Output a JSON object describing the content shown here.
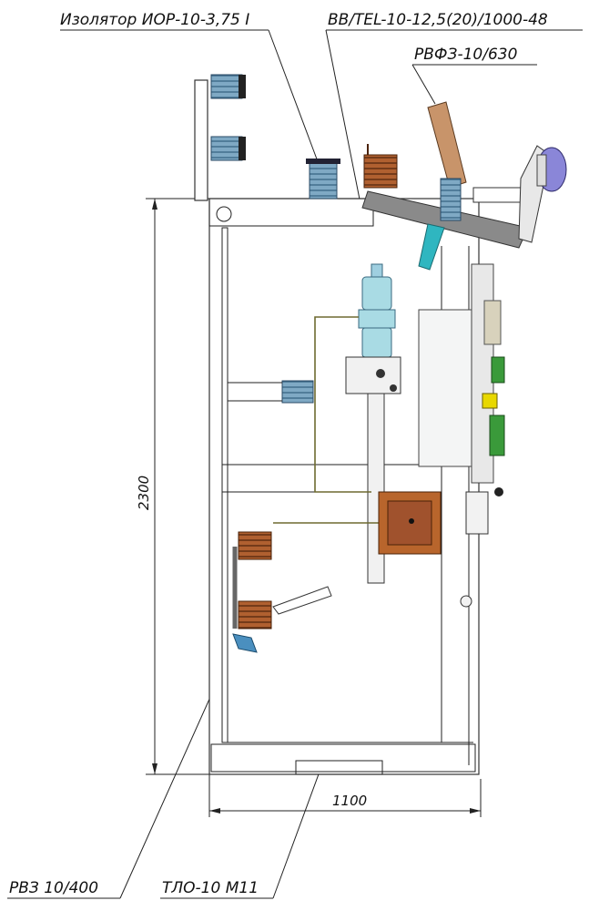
{
  "labels": {
    "insulator": "Изолятор ИОР-10-3,75 I",
    "vacuum_breaker": "BB/TEL-10-12,5(20)/1000-48",
    "rvfz": "РВФЗ-10/630",
    "rvz": "РВЗ 10/400",
    "tlo": "ТЛО-10 М11"
  },
  "dimensions": {
    "height": "2300",
    "width": "1100"
  },
  "colors": {
    "insulator_blue": "#7fa9c4",
    "breaker_cyan": "#a9dbe4",
    "copper": "#a0522d",
    "transformer": "#b8652c",
    "green_device": "#3a9a3a",
    "yellow_device": "#e8d800",
    "lamp_violet": "#8a86d8"
  }
}
